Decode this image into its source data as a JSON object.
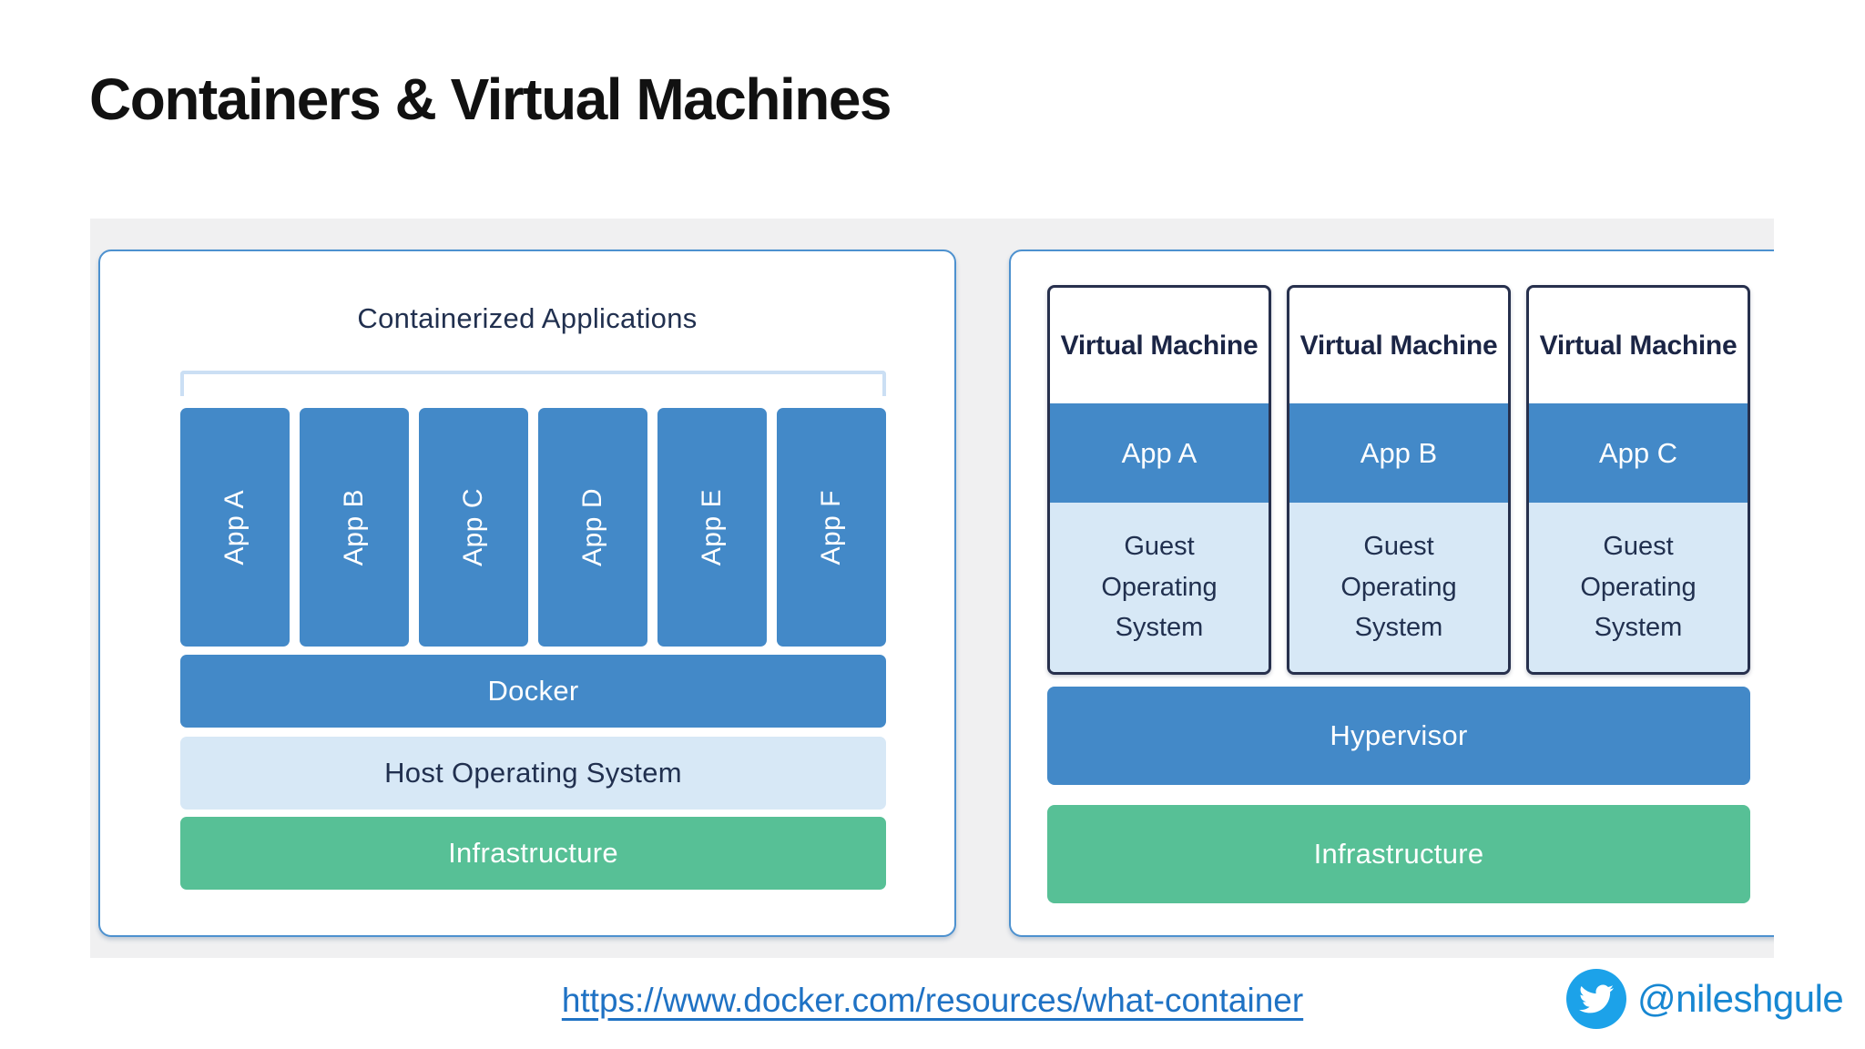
{
  "title": "Containers & Virtual Machines",
  "containers_panel": {
    "heading": "Containerized Applications",
    "apps": [
      "App A",
      "App B",
      "App C",
      "App D",
      "App E",
      "App F"
    ],
    "docker": "Docker",
    "host_os": "Host Operating System",
    "infrastructure": "Infrastructure"
  },
  "vm_panel": {
    "machines": [
      {
        "title": "Virtual Machine",
        "app": "App A",
        "guest_os": "Guest Operating System"
      },
      {
        "title": "Virtual Machine",
        "app": "App B",
        "guest_os": "Guest Operating System"
      },
      {
        "title": "Virtual Machine",
        "app": "App C",
        "guest_os": "Guest Operating System"
      }
    ],
    "hypervisor": "Hypervisor",
    "infrastructure": "Infrastructure"
  },
  "footer": {
    "link": "https://www.docker.com/resources/what-container",
    "twitter_handle": "@nileshgule",
    "twitter_icon": "twitter-bird-icon"
  },
  "colors": {
    "blue": "#4389C8",
    "light-blue": "#D7E8F6",
    "green": "#57C096",
    "navy": "#21304F",
    "vm-border": "#27304D",
    "panel-border": "#4D91CF",
    "bracket": "#CBDFF4",
    "bg-gray": "#F0F0F1",
    "link-blue": "#1F72C4",
    "twitter-blue": "#1CA2E9",
    "handle-blue": "#1787D2",
    "title-black": "#111111"
  }
}
